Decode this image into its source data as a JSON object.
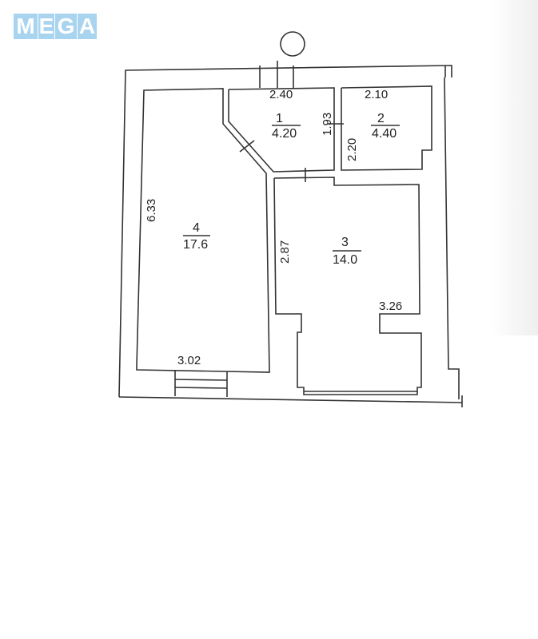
{
  "logo": {
    "letters": [
      "M",
      "E",
      "G",
      "A"
    ],
    "color": "#a9d4ef"
  },
  "plan": {
    "rooms": [
      {
        "number": "1",
        "area": "4.20",
        "dims": [
          "2.40",
          "1.93"
        ]
      },
      {
        "number": "2",
        "area": "4.40",
        "dims": [
          "2.10",
          "2.20"
        ]
      },
      {
        "number": "3",
        "area": "14.0",
        "dims": [
          "2.87",
          "3.26"
        ]
      },
      {
        "number": "4",
        "area": "17.6",
        "dims": [
          "6.33",
          "3.02"
        ]
      }
    ]
  }
}
